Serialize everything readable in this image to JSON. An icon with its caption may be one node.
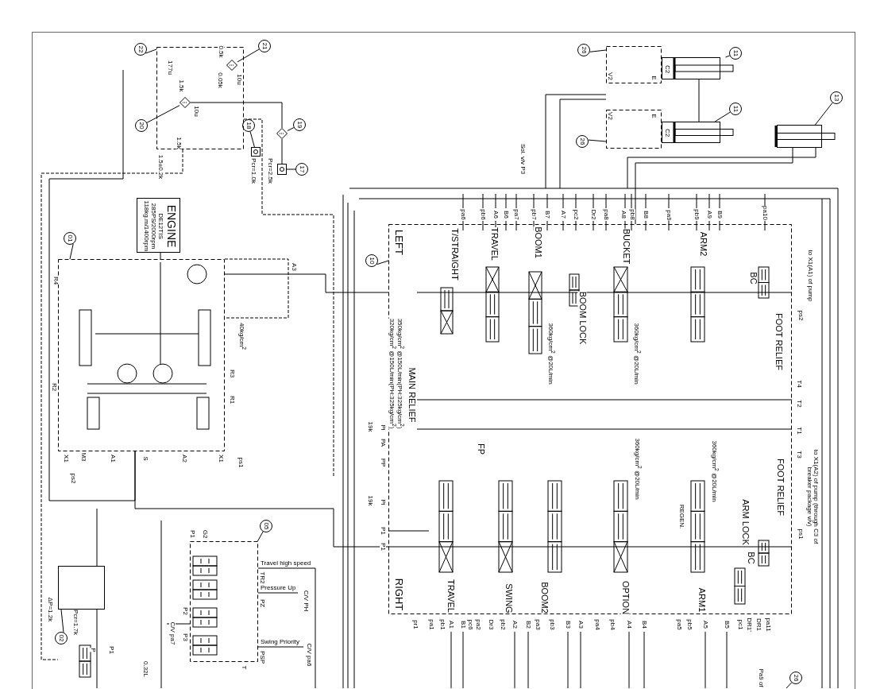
{
  "diagram": {
    "nodes": [
      {
        "text": [
          "22"
        ]
      },
      {
        "text": [
          "21"
        ]
      },
      {
        "text": [
          "20"
        ]
      },
      {
        "text": [
          "18"
        ]
      },
      {
        "text": [
          "19"
        ]
      },
      {
        "text": [
          "17"
        ]
      },
      {
        "text": [
          "26"
        ]
      },
      {
        "text": [
          "11"
        ]
      },
      {
        "text": [
          "26"
        ]
      },
      {
        "text": [
          "11"
        ]
      },
      {
        "text": [
          "13"
        ]
      },
      {
        "text": [
          "ENGINE",
          "DE12TIS 285PS/2000rpm 118kg.m/1400rpm"
        ]
      },
      {
        "text": [
          "01"
        ]
      },
      {
        "text": [
          "10"
        ]
      },
      {
        "text": [
          "05"
        ]
      },
      {
        "text": [
          "02"
        ]
      },
      {
        "text": [
          "26"
        ]
      },
      {
        "text": [],
        "shape": "box"
      },
      {
        "text": [],
        "shape": "diamond",
        "in": 17
      },
      {
        "text": [],
        "shape": "diamond",
        "in": 17
      },
      {
        "text": [],
        "shape": "box"
      },
      {
        "text": [],
        "shape": "diamond"
      },
      {
        "text": [],
        "shape": "box"
      },
      {
        "text": [],
        "shape": "box"
      },
      {
        "text": [],
        "shape": "cylinder"
      },
      {
        "text": [],
        "shape": "box"
      },
      {
        "text": [],
        "shape": "cylinder"
      },
      {
        "text": [],
        "shape": "cylinder"
      },
      {
        "text": [],
        "shape": "box"
      },
      {
        "text": [],
        "shape": "box"
      },
      {
        "text": [],
        "shape": "box"
      },
      {
        "text": [],
        "shape": "box"
      }
    ],
    "edges": [
      {
        "from": 0,
        "to": 17,
        "arrow": "none"
      },
      {
        "from": 1,
        "to": 18,
        "arrow": "none"
      },
      {
        "from": 2,
        "to": 19,
        "arrow": "none"
      },
      {
        "from": 3,
        "to": 20,
        "arrow": "none"
      },
      {
        "from": 4,
        "to": 21,
        "arrow": "none"
      },
      {
        "from": 5,
        "to": 22,
        "arrow": "none"
      },
      {
        "from": 6,
        "to": 23,
        "arrow": "none"
      },
      {
        "from": 7,
        "to": 24,
        "arrow": "none"
      },
      {
        "from": 8,
        "to": 25,
        "arrow": "none"
      },
      {
        "from": 9,
        "to": 26,
        "arrow": "none"
      },
      {
        "from": 10,
        "to": 27,
        "arrow": "none"
      },
      {
        "from": 12,
        "to": 28,
        "arrow": "none"
      },
      {
        "from": 13,
        "to": 29,
        "arrow": "none"
      },
      {
        "from": 14,
        "to": 30,
        "arrow": "none"
      },
      {
        "from": 15,
        "to": 31,
        "arrow": "none"
      },
      {
        "from": 16,
        "to": null,
        "arrow": "none"
      },
      {
        "from": 19,
        "to": 21,
        "arrow": "none"
      },
      {
        "from": 21,
        "to": 22,
        "arrow": "none"
      },
      {
        "from": 24,
        "to": 26,
        "arrow": "none"
      },
      {
        "from": 11,
        "to": 28,
        "arrow": "none"
      },
      {
        "from": 27,
        "to": 29,
        "arrow": "none"
      },
      {
        "from": 28,
        "to": 29,
        "arrow": "none"
      },
      {
        "from": 28,
        "to": 29,
        "arrow": "none"
      }
    ],
    "labels": [
      "0.5k",
      "177u",
      "1.5k",
      "0.05k",
      "10u",
      "10u",
      "1.5k",
      "1.5±0.2k",
      "Pcr=1.0k",
      "Pcr=2.5k",
      "Sol. v/v P3",
      "A3",
      "R4",
      "40kg/cm$^{2}$",
      "R3",
      "R1",
      "R2",
      "X1",
      "M3",
      "A1",
      "S",
      "A2",
      "X1",
      "ps1",
      "ps2",
      "ΔP=1.2k",
      "Pcr=1.7k",
      "P",
      "P1",
      "0.32L",
      "P1",
      "G2",
      "Travel high speed",
      "TR2",
      "Pressure Up",
      "PZ",
      "C/V PH",
      "P2",
      "C/V pa7",
      "P3",
      "Swing Priority",
      "PSP",
      "C/V pa6",
      "T",
      "V2",
      "E",
      "C2",
      "V2",
      "E",
      "C2",
      "LEFT",
      "pa6",
      "pb6",
      "A6",
      "B6",
      "pa7",
      "pb7",
      "B7",
      "A7",
      "pc2",
      "Dr2",
      "pa8",
      "A8",
      "pb8",
      "B8",
      "pa9",
      "pb9",
      "A9",
      "B9",
      "pa10",
      "T/STRAIGHT",
      "TRAVEL",
      "BOOM1",
      "BUCKET",
      "ARM2",
      "BC",
      "to X1(A1) of pump",
      "ps2",
      "BOOM LOCK",
      "350kg/cm$^{2}$ @150L/min(PH:325kg/cm$^{2}$)",
      "320kg/cm$^{2}$ @150L/min(PH:325kg/cm$^{2}$)",
      "360kg/cm$^{2}$ @20L/min",
      "360kg/cm$^{2}$ @20L/min",
      "FOOT RELIEF",
      "T4",
      "MAIN RELIEF",
      "T2",
      "19k",
      "Pi",
      "T1",
      "PA",
      "FP",
      "T3",
      "PP",
      "360kg/cm$^{2}$ @20L/min",
      "360kg/cm$^{2}$ @20L/min",
      "FOOT RELIEF",
      "to X1(A2) of pump (through C3 of breaker package v/v)",
      "19k",
      "Pi",
      "REGEN.",
      "ARM LOCK",
      "P1",
      "ps1",
      "P1",
      "BC",
      "RIGHT",
      "TRAVEL",
      "SWING",
      "BOOM2",
      "OPTION",
      "ARM1",
      "pr1",
      "pa1",
      "pb1",
      "A1",
      "B1",
      "pc6",
      "pa2",
      "Dr3",
      "pb2",
      "A2",
      "B2",
      "pa3",
      "pb3",
      "B3",
      "A3",
      "pa4",
      "pb4",
      "A4",
      "B4",
      "pa5",
      "pb5",
      "A5",
      "B5",
      "pc1",
      "DR1'",
      "DR1",
      "pa11",
      "Pa9 of"
    ]
  }
}
